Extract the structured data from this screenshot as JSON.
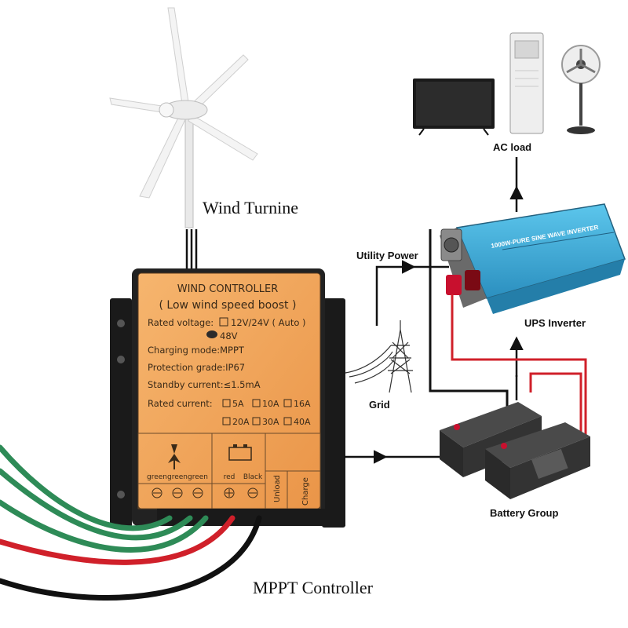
{
  "labels": {
    "wind_turbine": "Wind Turnine",
    "mppt_controller": "MPPT Controller",
    "utility_power": "Utility Power",
    "grid": "Grid",
    "ups_inverter": "UPS Inverter",
    "ac_load": "AC load",
    "battery_group": "Battery Group"
  },
  "controller_panel": {
    "title": "WIND CONTROLLER",
    "subtitle": "( Low wind speed boost )",
    "rated_voltage_label": "Rated voltage:",
    "rated_voltage_option_1": "12V/24V ( Auto )",
    "rated_voltage_option_2": "48V",
    "charging_mode": "Charging mode:MPPT",
    "protection_grade": "Protection grade:IP67",
    "standby_current": "Standby current:≤1.5mA",
    "rated_current_label": "Rated current:",
    "current_options_row1": [
      "5A",
      "10A",
      "16A"
    ],
    "current_options_row2": [
      "20A",
      "30A",
      "40A"
    ],
    "terminal_labels": [
      "green",
      "green",
      "green",
      "red",
      "Black"
    ],
    "side_labels": [
      "Unload",
      "Charge"
    ]
  },
  "inverter_label": "1000W-PURE SINE WAVE INVERTER",
  "icons": [
    "wind-turbine-icon",
    "battery-icon",
    "tv-icon",
    "air-conditioner-icon",
    "standing-fan-icon",
    "transmission-tower-icon"
  ],
  "colors": {
    "controller_face": "#f0a35e",
    "controller_body": "#1d1d1d",
    "inverter_blue": "#3aaedc",
    "wire_red": "#d0202a",
    "wire_green": "#2e8b57",
    "wire_black": "#111111"
  }
}
